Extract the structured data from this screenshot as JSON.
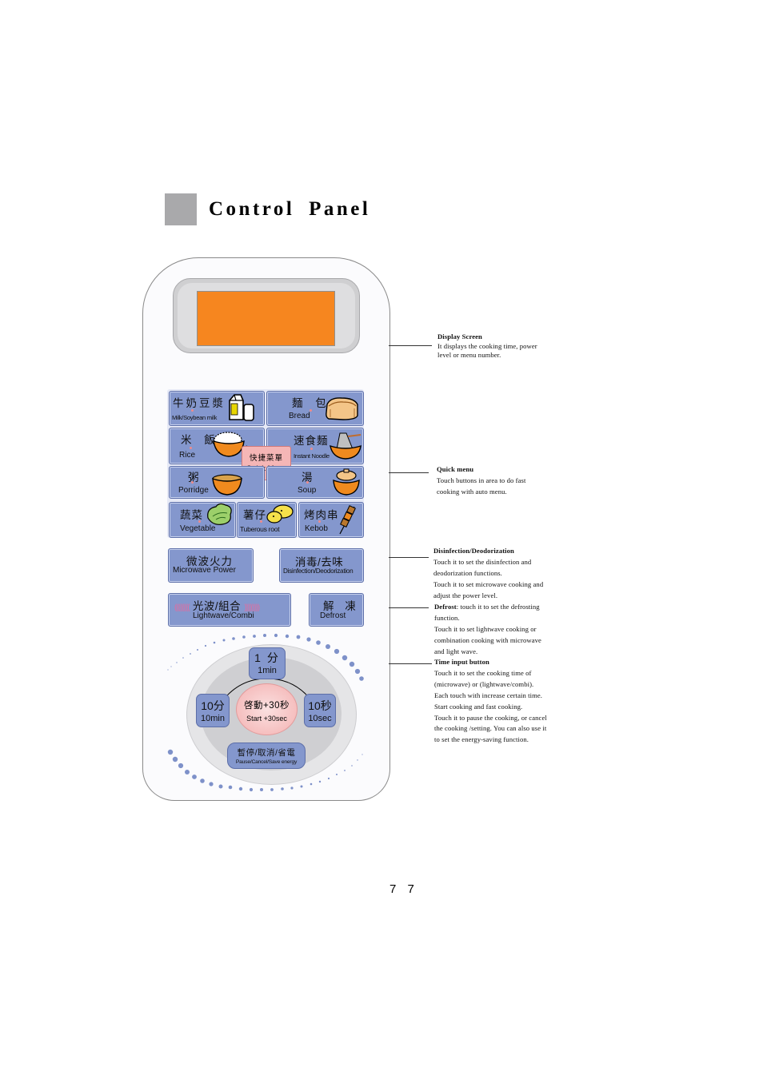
{
  "page": {
    "title": "Control  Panel",
    "page_number": "7 7"
  },
  "panel": {
    "quick": {
      "milk_zh": "牛奶豆漿",
      "milk_en": "Milk/Soybean milk",
      "bread_zh": "麵 包",
      "bread_en": "Bread",
      "rice_zh": "米 飯",
      "rice_en": "Rice",
      "noodle_zh": "速食麵",
      "noodle_en": "Instant Noodle",
      "porridge_zh": "粥",
      "porridge_en": "Porridge",
      "soup_zh": "湯",
      "soup_en": "Soup",
      "veg_zh": "蔬菜",
      "veg_en": "Vegetable",
      "tuber_zh": "薯仔",
      "tuber_en": "Tuberous root",
      "kebob_zh": "烤肉串",
      "kebob_en": "Kebob",
      "menu_zh": "快捷菜單",
      "menu_en": "Quick Menu"
    },
    "function": {
      "mw_zh": "微波火力",
      "mw_en": "Microwave Power",
      "dis_zh": "消毒/去味",
      "dis_en": "Disinfection/Deodorization",
      "lw_wave_left": "((((((((",
      "lw_zh": "光波/組合",
      "lw_wave_right": "))))))))",
      "lw_en": "Lightwave/Combi",
      "def_zh": "解 凍",
      "def_en": "Defrost"
    },
    "dial": {
      "one_zh": "1 分",
      "one_en": "1min",
      "ten_zh": "10分",
      "ten_en": "10min",
      "start_zh": "啓動+30秒",
      "start_en": "Start +30sec",
      "tensec_zh": "10秒",
      "tensec_en": "10sec",
      "pause_zh": "暫停/取消/省電",
      "pause_en": "Pause/Cancel/Save energy"
    }
  },
  "callouts": {
    "display": {
      "title": "Display Screen",
      "lines": [
        "It displays the cooking time, power",
        "level or menu number."
      ]
    },
    "quick": {
      "title": "Quick menu",
      "lines": [
        "Touch buttons in area to do fast",
        "cooking with auto menu."
      ]
    },
    "disinfect": {
      "title": "Disinfection/Deodorization",
      "lines": [
        "Touch it to set the disinfection and",
        "deodorization functions.",
        "Touch it to set microwave cooking and",
        "adjust the power level."
      ]
    },
    "defrost": {
      "title": "Defrost",
      "rest": ": touch it to set the defrosting",
      "lines": [
        "function.",
        "Touch it to set lightwave cooking or",
        "combination cooking with microwave",
        "and light wave."
      ]
    },
    "time": {
      "title": "Time input button",
      "lines": [
        "Touch it to set the cooking time of",
        "(microwave) or (lightwave/combi).",
        "Each touch with increase certain time.",
        "Start cooking and fast cooking.",
        "Touch it to pause the cooking, or cancel",
        "the cooking /setting. You can also use it",
        "to set the energy-saving function."
      ]
    }
  }
}
